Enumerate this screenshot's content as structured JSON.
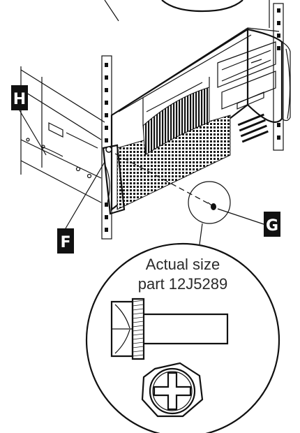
{
  "callouts": {
    "h": "H",
    "f": "F",
    "g": "G"
  },
  "caption": {
    "line1": "Actual size",
    "line2": "part 12J5289"
  },
  "colors": {
    "ink": "#111111",
    "paper": "#ffffff",
    "vent": "#1a1a1a"
  }
}
